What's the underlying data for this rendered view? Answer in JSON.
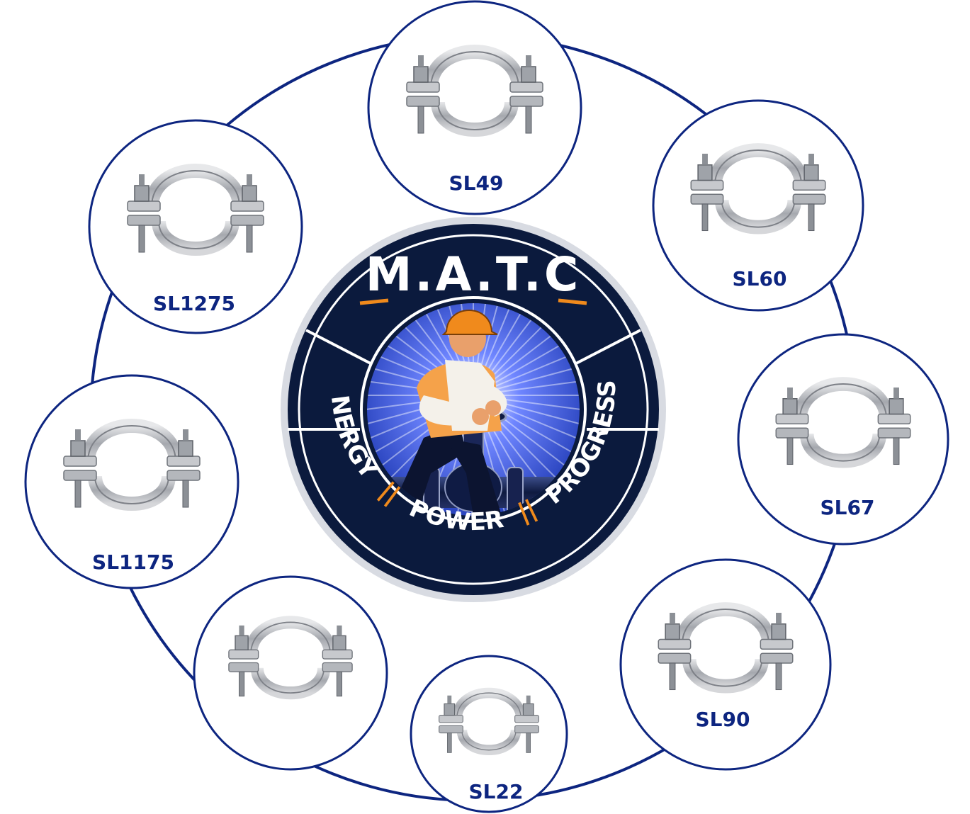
{
  "logo": {
    "title": "M.A.T.C",
    "words": [
      "ENERGY",
      "POWER",
      "PROGRESS"
    ],
    "separator": "||",
    "icon": "worker-turning-pipeline-valve-icon"
  },
  "products": [
    {
      "label": "SL49",
      "icon": "pipe-clamp-icon"
    },
    {
      "label": "SL60",
      "icon": "pipe-clamp-icon"
    },
    {
      "label": "SL67",
      "icon": "pipe-clamp-icon"
    },
    {
      "label": "SL90",
      "icon": "pipe-clamp-icon"
    },
    {
      "label": "SL22",
      "icon": "pipe-clamp-icon"
    },
    {
      "label": "",
      "icon": "pipe-clamp-icon"
    },
    {
      "label": "SL1175",
      "icon": "pipe-clamp-icon"
    },
    {
      "label": "SL1275",
      "icon": "pipe-clamp-icon"
    }
  ],
  "colors": {
    "navy": "#0d2580",
    "logo_dark": "#0b1a3d",
    "logo_blue": "#1f3fc4",
    "orange": "#f08a1c",
    "steel": "#b9bcc2"
  }
}
